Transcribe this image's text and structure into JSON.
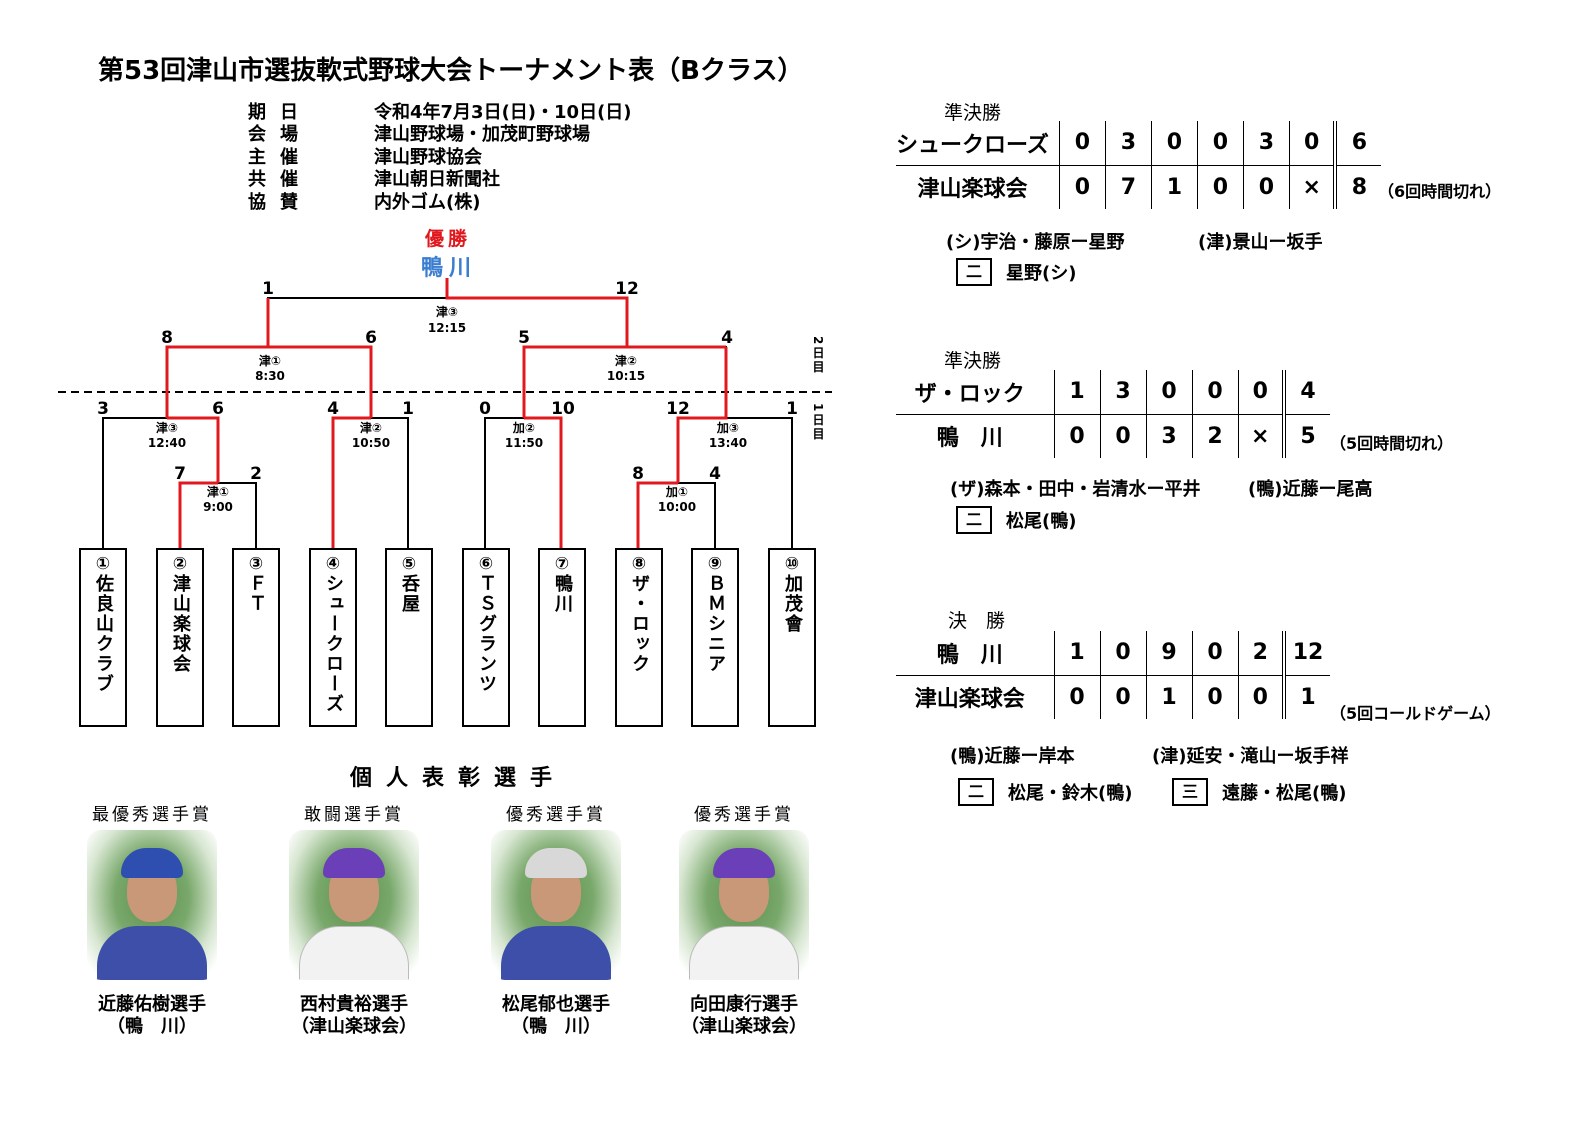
{
  "title": "第53回津山市選抜軟式野球大会トーナメント表（Bクラス）",
  "info": [
    {
      "label": "期日",
      "value": "令和4年7月3日(日)・10日(日)"
    },
    {
      "label": "会場",
      "value": "津山野球場・加茂町野球場"
    },
    {
      "label": "主催",
      "value": "津山野球協会"
    },
    {
      "label": "共催",
      "value": "津山朝日新聞社"
    },
    {
      "label": "協賛",
      "value": "内外ゴム(株)"
    }
  ],
  "champion": {
    "label": "優勝",
    "name": "鴨川"
  },
  "colors": {
    "winner_line": "#e0191e",
    "loser_line": "#000000",
    "champion_label": "#e0191e",
    "champion_name": "#3a7dd1"
  },
  "teams": [
    {
      "seed": "①",
      "name": "佐良山クラブ"
    },
    {
      "seed": "②",
      "name": "津山楽球会"
    },
    {
      "seed": "③",
      "name": "ＦＴ"
    },
    {
      "seed": "④",
      "name": "シュークローズ"
    },
    {
      "seed": "⑤",
      "name": "呑屋"
    },
    {
      "seed": "⑥",
      "name": "ＴＳグランツ"
    },
    {
      "seed": "⑦",
      "name": "鴨川"
    },
    {
      "seed": "⑧",
      "name": "ザ・ロック"
    },
    {
      "seed": "⑨",
      "name": "ＢＭシニア"
    },
    {
      "seed": "⑩",
      "name": "加茂會"
    }
  ],
  "day_labels": {
    "day2": "2日目",
    "day1": "1日目"
  },
  "matches": [
    {
      "id": "r1a",
      "venue": "津①",
      "time": "9:00",
      "score_left": "7",
      "score_right": "2"
    },
    {
      "id": "r1b",
      "venue": "加①",
      "time": "10:00",
      "score_left": "8",
      "score_right": "4"
    },
    {
      "id": "qf1",
      "venue": "津③",
      "time": "12:40",
      "score_left": "3",
      "score_right": "6"
    },
    {
      "id": "qf2",
      "venue": "津②",
      "time": "10:50",
      "score_left": "4",
      "score_right": "1"
    },
    {
      "id": "qf3",
      "venue": "加②",
      "time": "11:50",
      "score_left": "0",
      "score_right": "10"
    },
    {
      "id": "qf4",
      "venue": "加③",
      "time": "13:40",
      "score_left": "12",
      "score_right": "1"
    },
    {
      "id": "sf1",
      "venue": "津①",
      "time": "8:30",
      "score_left": "8",
      "score_right": "6"
    },
    {
      "id": "sf2",
      "venue": "津②",
      "time": "10:15",
      "score_left": "5",
      "score_right": "4"
    },
    {
      "id": "final",
      "venue": "津③",
      "time": "12:15",
      "score_left": "1",
      "score_right": "12"
    }
  ],
  "awards": {
    "heading": "個人表彰選手",
    "items": [
      {
        "title": "最優秀選手賞",
        "name": "近藤佑樹選手",
        "team": "（鴨　川）"
      },
      {
        "title": "敢闘選手賞",
        "name": "西村貴裕選手",
        "team": "（津山楽球会）"
      },
      {
        "title": "優秀選手賞",
        "name": "松尾郁也選手",
        "team": "（鴨　川）"
      },
      {
        "title": "優秀選手賞",
        "name": "向田康行選手",
        "team": "（津山楽球会）"
      }
    ]
  },
  "games": [
    {
      "label": "準決勝",
      "rows": [
        {
          "team": "シュークローズ",
          "innings": [
            "0",
            "3",
            "0",
            "0",
            "3",
            "0"
          ],
          "total": "6"
        },
        {
          "team": "津山楽球会",
          "innings": [
            "0",
            "7",
            "1",
            "0",
            "0",
            "×"
          ],
          "total": "8"
        }
      ],
      "note": "（6回時間切れ）",
      "pitchers": [
        "(シ)宇治・藤原ー星野",
        "(津)景山ー坂手"
      ],
      "hits": [
        {
          "type": "二",
          "players": "星野(シ)"
        }
      ]
    },
    {
      "label": "準決勝",
      "rows": [
        {
          "team": "ザ・ロック",
          "innings": [
            "1",
            "3",
            "0",
            "0",
            "0"
          ],
          "total": "4"
        },
        {
          "team": "鴨　川",
          "innings": [
            "0",
            "0",
            "3",
            "2",
            "×"
          ],
          "total": "5"
        }
      ],
      "note": "（5回時間切れ）",
      "pitchers": [
        "(ザ)森本・田中・岩清水ー平井",
        "(鴨)近藤ー尾高"
      ],
      "hits": [
        {
          "type": "二",
          "players": "松尾(鴨)"
        }
      ]
    },
    {
      "label": "決　勝",
      "rows": [
        {
          "team": "鴨　川",
          "innings": [
            "1",
            "0",
            "9",
            "0",
            "2"
          ],
          "total": "12"
        },
        {
          "team": "津山楽球会",
          "innings": [
            "0",
            "0",
            "1",
            "0",
            "0"
          ],
          "total": "1"
        }
      ],
      "note": "（5回コールドゲーム）",
      "pitchers": [
        "(鴨)近藤ー岸本",
        "(津)延安・滝山ー坂手祥"
      ],
      "hits": [
        {
          "type": "二",
          "players": "松尾・鈴木(鴨)"
        },
        {
          "type": "三",
          "players": "遠藤・松尾(鴨)"
        }
      ]
    }
  ]
}
